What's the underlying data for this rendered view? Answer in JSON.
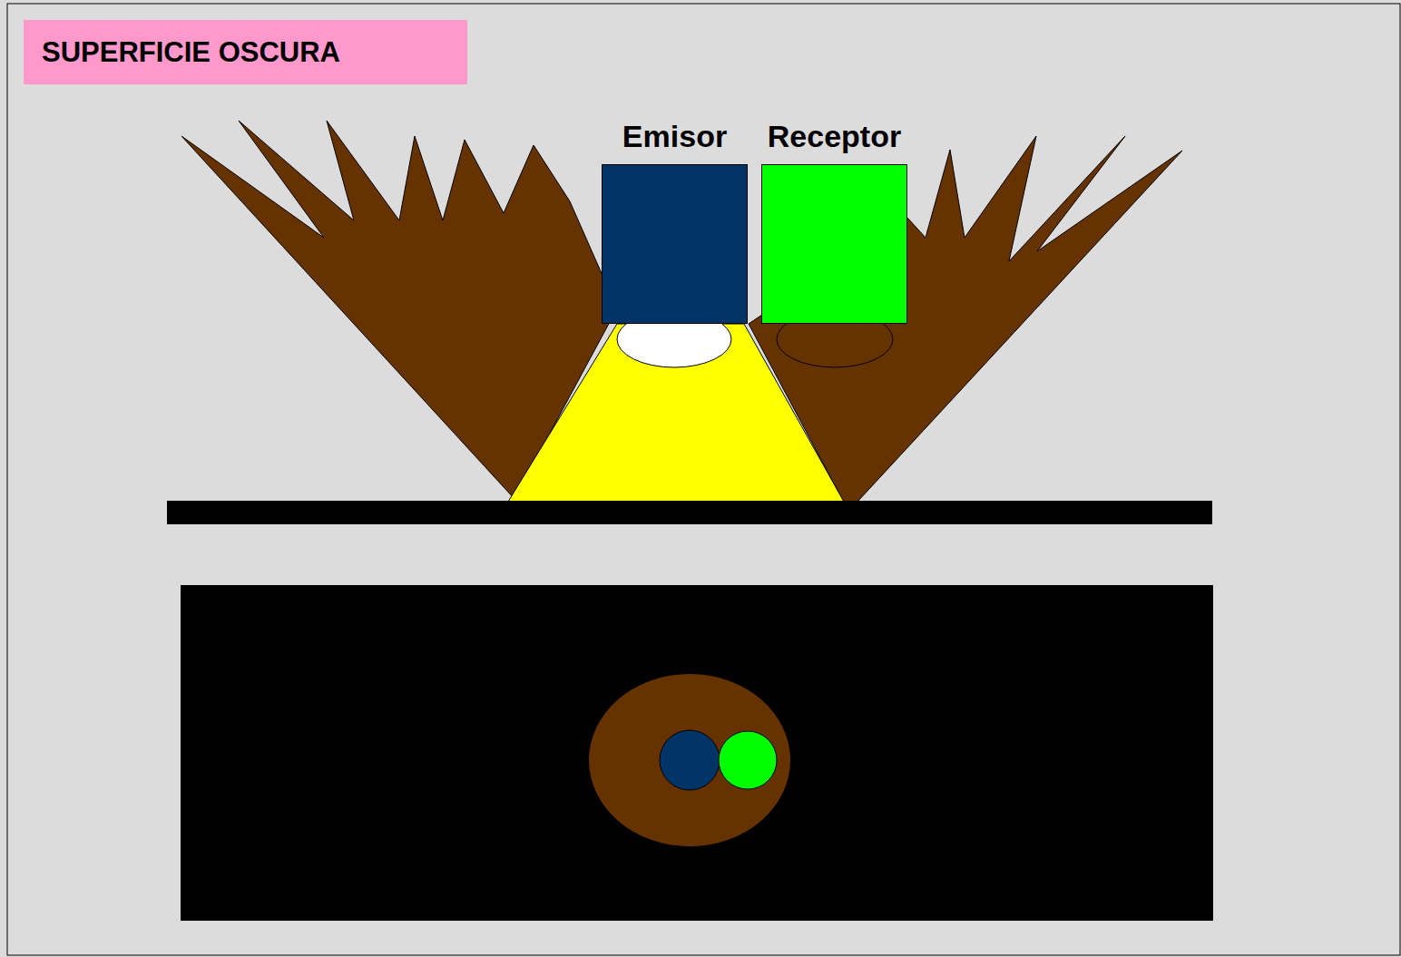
{
  "diagram": {
    "title": "SUPERFICIE OSCURA",
    "nodes": [
      {
        "text": [
          "Emisor"
        ]
      },
      {
        "text": [
          "Receptor"
        ]
      }
    ]
  }
}
